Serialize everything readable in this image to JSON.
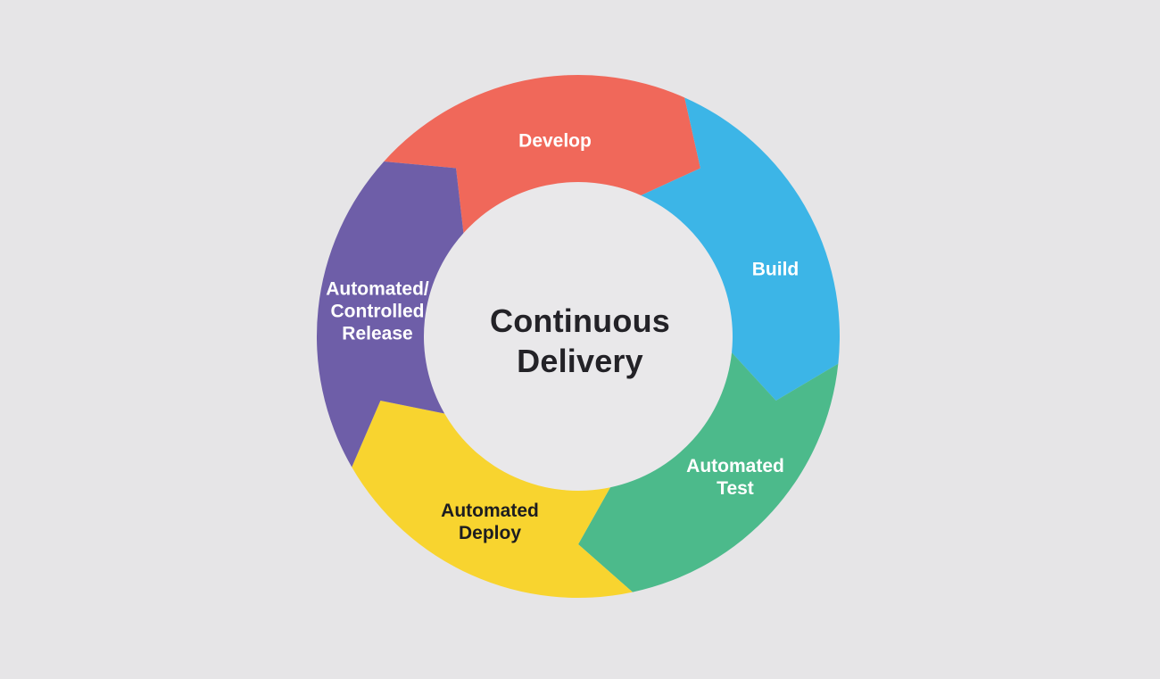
{
  "background_color": "#E6E5E7",
  "chart_data": {
    "type": "cycle-diagram",
    "title": "Continuous Delivery",
    "center_lines": [
      "Continuous",
      "Delivery"
    ],
    "center_text_color": "#232227",
    "hub_color": "#E9E8EA",
    "direction": "clockwise",
    "segment_count": 5,
    "segments": [
      {
        "id": "develop",
        "label": "Develop",
        "lines": [
          "Develop"
        ],
        "color": "#F0685A",
        "text_color": "#FFFFFF",
        "start_angle": 324,
        "end_angle": 396
      },
      {
        "id": "build",
        "label": "Build",
        "lines": [
          "Build"
        ],
        "color": "#3CB5E7",
        "text_color": "#FFFFFF",
        "start_angle": 36,
        "end_angle": 108
      },
      {
        "id": "automated-test",
        "label": "Automated Test",
        "lines": [
          "Automated",
          "Test"
        ],
        "color": "#4CBA8B",
        "text_color": "#FFFFFF",
        "start_angle": 108,
        "end_angle": 180
      },
      {
        "id": "automated-deploy",
        "label": "Automated Deploy",
        "lines": [
          "Automated",
          "Deploy"
        ],
        "color": "#F8D42F",
        "text_color": "#1D1D20",
        "start_angle": 180,
        "end_angle": 252
      },
      {
        "id": "automated-controlled-release",
        "label": "Automated/Controlled Release",
        "lines": [
          "Automated/",
          "Controlled",
          "Release"
        ],
        "color": "#6E5EA8",
        "text_color": "#FFFFFF",
        "start_angle": 252,
        "end_angle": 324
      }
    ]
  }
}
